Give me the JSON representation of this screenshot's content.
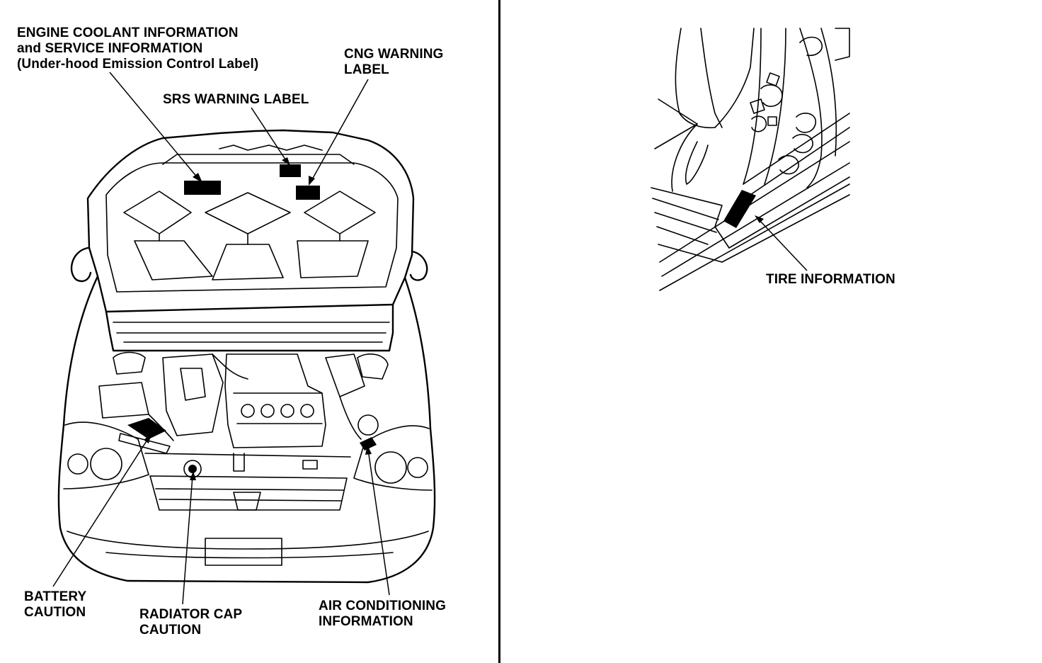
{
  "labels": {
    "engine_coolant": [
      "ENGINE COOLANT INFORMATION",
      "and SERVICE INFORMATION",
      "(Under-hood Emission Control Label)"
    ],
    "cng_warning": [
      "CNG WARNING",
      "LABEL"
    ],
    "srs_warning": [
      "SRS WARNING LABEL"
    ],
    "battery_caution": [
      "BATTERY",
      "CAUTION"
    ],
    "radiator_cap": [
      "RADIATOR CAP",
      "CAUTION"
    ],
    "air_conditioning": [
      "AIR CONDITIONING",
      "INFORMATION"
    ],
    "tire_information": [
      "TIRE INFORMATION"
    ]
  },
  "colors": {
    "ink": "#000000",
    "paper": "#ffffff"
  }
}
